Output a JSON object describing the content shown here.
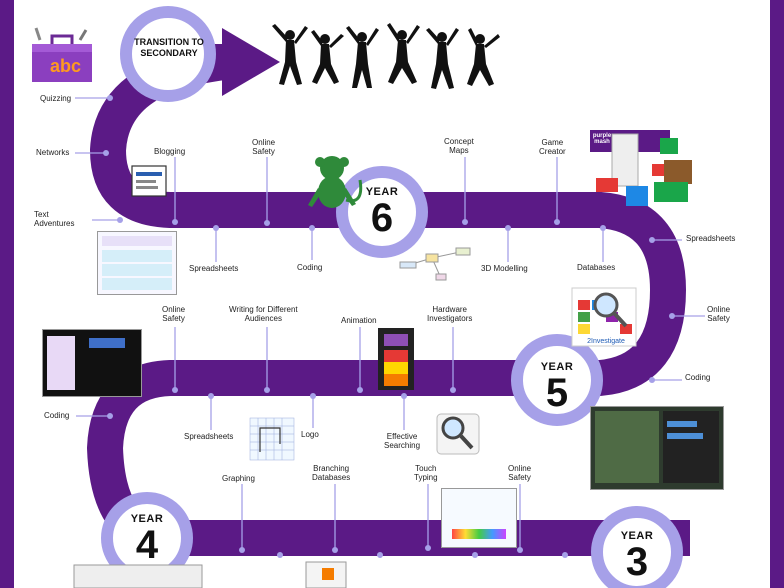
{
  "transition": {
    "title": "TRANSITION TO SECONDARY"
  },
  "years": [
    {
      "heading": "YEAR",
      "number": "6"
    },
    {
      "heading": "YEAR",
      "number": "5"
    },
    {
      "heading": "YEAR",
      "number": "4"
    },
    {
      "heading": "YEAR",
      "number": "3"
    }
  ],
  "labels": {
    "quizzing": "Quizzing",
    "networks": "Networks",
    "text_adventures_1": "Text",
    "text_adventures_2": "Adventures",
    "blogging": "Blogging",
    "online_safety_y6_1": "Online",
    "online_safety_y6_2": "Safety",
    "spreadsheets_y6": "Spreadsheets",
    "coding_y6": "Coding",
    "concept_maps_1": "Concept",
    "concept_maps_2": "Maps",
    "game_creator_1": "Game",
    "game_creator_2": "Creator",
    "modelling_3d": "3D Modelling",
    "databases_y6": "Databases",
    "spreadsheets_right": "Spreadsheets",
    "online_safety_y5_right_1": "Online",
    "online_safety_y5_right_2": "Safety",
    "coding_y5_right": "Coding",
    "online_safety_y5_1": "Online",
    "online_safety_y5_2": "Safety",
    "writing_1": "Writing for Different",
    "writing_2": "Audiences",
    "animation": "Animation",
    "hardware_1": "Hardware",
    "hardware_2": "Investigators",
    "coding_y4_left": "Coding",
    "spreadsheets_y5": "Spreadsheets",
    "logo": "Logo",
    "effective_searching_1": "Effective",
    "effective_searching_2": "Searching",
    "graphing": "Graphing",
    "branching_1": "Branching",
    "branching_2": "Databases",
    "touch_typing_1": "Touch",
    "touch_typing_2": "Typing",
    "online_safety_y3_1": "Online",
    "online_safety_y3_2": "Safety"
  },
  "logos": {
    "purple_mash": "purple mash",
    "abc": "abc",
    "investigate": "2Investigate"
  },
  "colors": {
    "road": "#5b1a86",
    "dot": "#a6a0e8",
    "ring": "#a6a0e8",
    "border": "#5b1a86"
  },
  "icons": [
    "toolbox-icon",
    "jumping-people-icon",
    "monkey-icon",
    "magnifier-icon",
    "film-strip-icon"
  ]
}
